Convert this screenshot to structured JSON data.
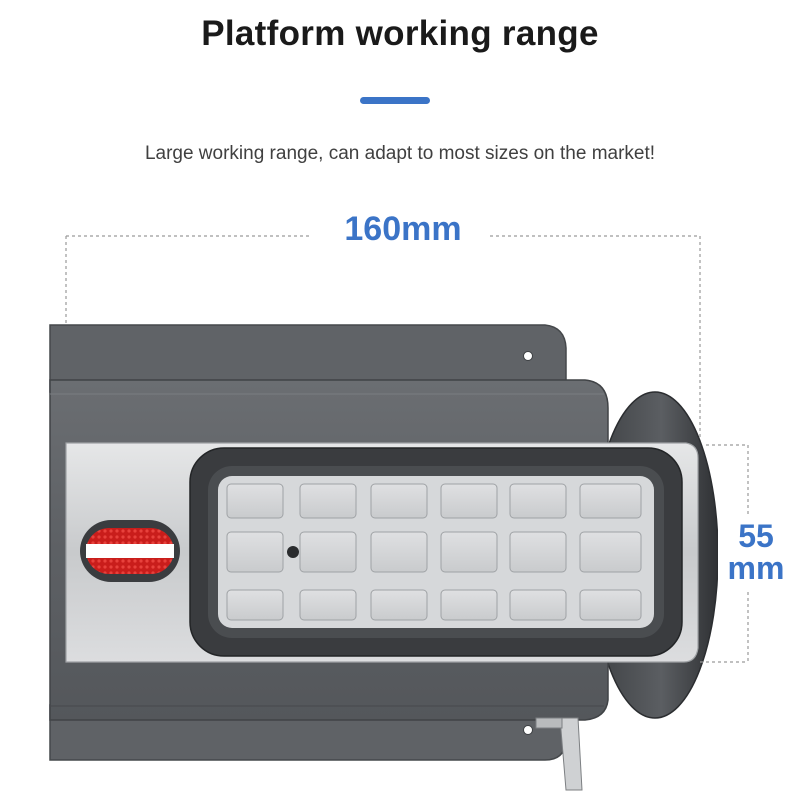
{
  "header": {
    "title": "Platform working range",
    "subtitle": "Large working range, can adapt to most sizes on the market!"
  },
  "dimensions": {
    "width_label": "160mm",
    "height_value": "55",
    "height_unit": "mm"
  },
  "colors": {
    "accent": "#3b74c7",
    "dimension_text": "#3b74c7",
    "dimension_line": "#9a9a9a",
    "body_dark": "#5a5d61",
    "body_mid": "#6d7074",
    "pad_light": "#d4d6d8",
    "strap_red": "#d8211f"
  }
}
